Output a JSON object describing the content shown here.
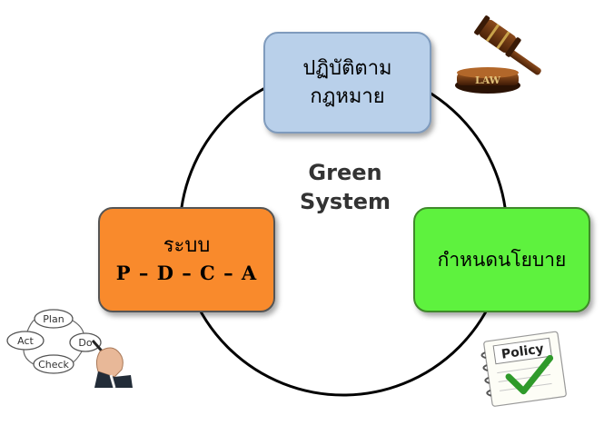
{
  "center": {
    "line1": "Green",
    "line2": "System"
  },
  "boxes": {
    "top": {
      "line1": "ปฏิบัติตาม",
      "line2": "กฎหมาย"
    },
    "left": {
      "line1": "ระบบ",
      "line2": "P – D – C – A"
    },
    "right": {
      "label": "กำหนดนโยบาย"
    }
  },
  "law_image": {
    "label": "LAW",
    "icon": "gavel-icon"
  },
  "pdca_image": {
    "plan": "Plan",
    "do": "Do",
    "check": "Check",
    "act": "Act",
    "icon": "pdca-cycle-icon"
  },
  "policy_image": {
    "label": "Policy",
    "icon": "policy-checklist-icon"
  },
  "colors": {
    "top_box": "#b9d0ea",
    "left_box": "#f98a2c",
    "right_box": "#5ef23e",
    "circle": "#000000"
  }
}
